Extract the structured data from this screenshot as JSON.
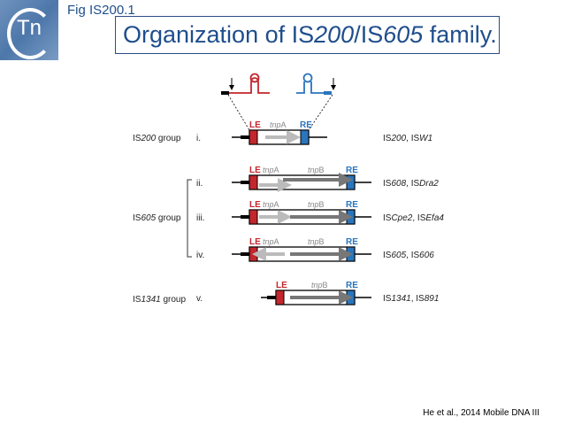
{
  "fig_label": "Fig IS200.1",
  "logo_text": "Tn",
  "title": {
    "pre": "Organization of IS",
    "i1": "200",
    "mid": "/IS",
    "i2": "605",
    "post": " family."
  },
  "footer": "He et al., 2014 Mobile DNA III",
  "colors": {
    "le": "#c3262d",
    "re": "#2a75bd",
    "title": "#1f4e8c"
  },
  "diagram": {
    "le": "LE",
    "re": "RE",
    "tnpA_i": "tnp",
    "tnpA": "A",
    "tnpB_i": "tnp",
    "tnpB": "B",
    "groups": {
      "is200": {
        "a": "IS",
        "b": "200",
        "c": " group"
      },
      "is605": {
        "a": "IS",
        "b": "605",
        "c": " group"
      },
      "is1341": {
        "a": "IS",
        "b": "1341",
        "c": " group"
      }
    },
    "rows": [
      {
        "num": "i.",
        "ex": [
          {
            "t": "IS"
          },
          {
            "t": "200",
            "i": 1
          },
          {
            "t": ", IS"
          },
          {
            "t": "W1",
            "i": 1
          }
        ]
      },
      {
        "num": "ii.",
        "ex": [
          {
            "t": "IS"
          },
          {
            "t": "608",
            "i": 1
          },
          {
            "t": ", IS"
          },
          {
            "t": "Dra2",
            "i": 1
          }
        ]
      },
      {
        "num": "iii.",
        "ex": [
          {
            "t": "IS"
          },
          {
            "t": "Cpe2",
            "i": 1
          },
          {
            "t": ", IS"
          },
          {
            "t": "Efa4",
            "i": 1
          }
        ]
      },
      {
        "num": "iv.",
        "ex": [
          {
            "t": "IS"
          },
          {
            "t": "605",
            "i": 1
          },
          {
            "t": ", IS"
          },
          {
            "t": "606",
            "i": 1
          }
        ]
      },
      {
        "num": "v.",
        "ex": [
          {
            "t": "IS"
          },
          {
            "t": "1341",
            "i": 1
          },
          {
            "t": ", IS"
          },
          {
            "t": "891",
            "i": 1
          }
        ]
      }
    ]
  }
}
